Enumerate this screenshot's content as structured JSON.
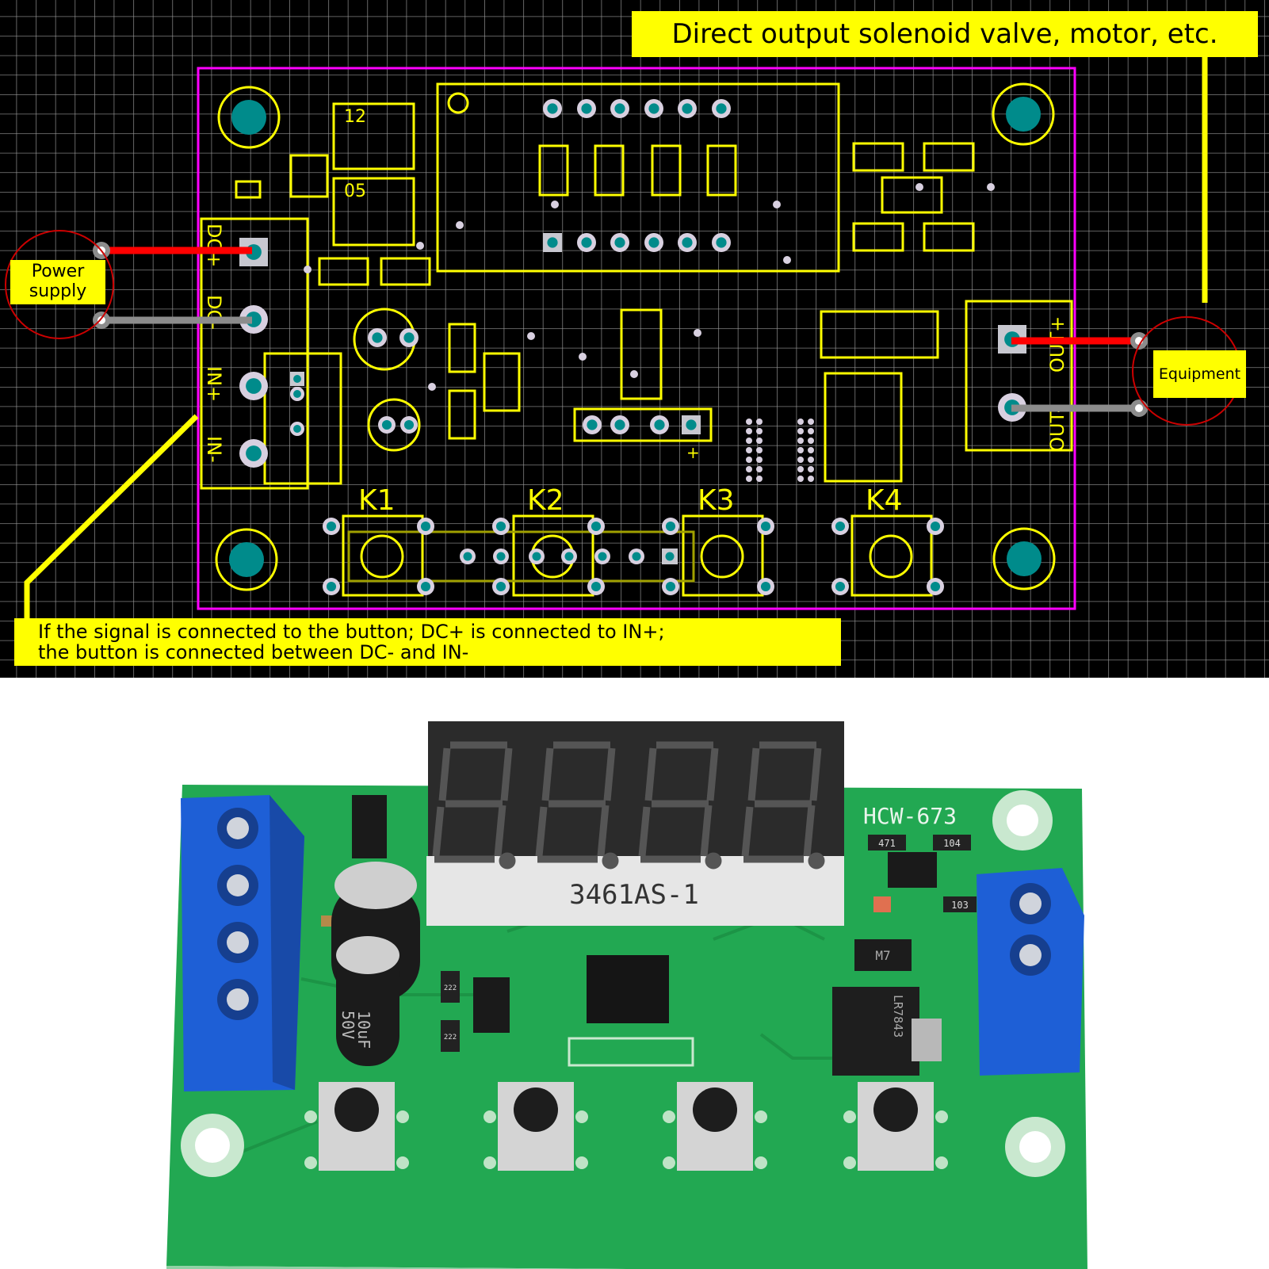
{
  "callouts": {
    "top": "Direct output solenoid valve, motor, etc.",
    "power_line1": "Power",
    "power_line2": "supply",
    "equipment": "Equipment",
    "bottom_line1": "If the signal is connected to the button; DC+ is connected to IN+;",
    "bottom_line2": "the button is connected between DC- and IN-"
  },
  "pcb_labels": {
    "k1": "K1",
    "k2": "K2",
    "k3": "K3",
    "k4": "K4",
    "dc_plus": "DC+",
    "dc_minus": "DC-",
    "in_plus": "IN+",
    "in_minus": "IN-",
    "out_plus": "OUT+",
    "out_minus": "OUT-",
    "c12": "12",
    "c05": "05",
    "plus": "+"
  },
  "photo_labels": {
    "display_part": "3461AS-1",
    "board_model": "HCW-673",
    "cap_value": "10uF",
    "cap_voltage": "50V",
    "regulator": "LR7843",
    "diode": "M7",
    "r471": "471",
    "r104": "104",
    "r103": "103",
    "r222a": "222",
    "r222b": "222"
  },
  "colors": {
    "pcb_bg": "#000000",
    "grid": "#9a9a9a",
    "silk": "#ffff00",
    "outline": "#ff00ff",
    "pad": "#008b8b",
    "callout": "#ffff00",
    "wire_pos": "#ff0000",
    "wire_neg": "#8c8c8c",
    "board_green": "#1fa84f",
    "terminal_blue": "#1e5fd6"
  }
}
